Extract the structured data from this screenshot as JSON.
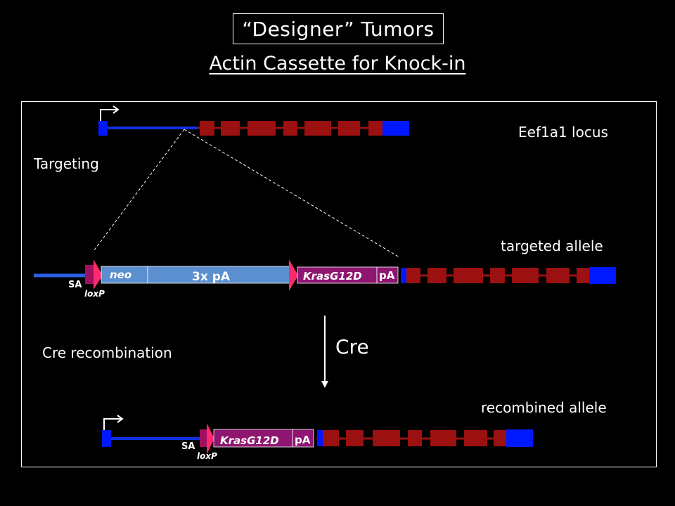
{
  "slide": {
    "title": "“Designer” Tumors",
    "subtitle": "Actin Cassette for Knock-in"
  },
  "labels": {
    "locus": "Eef1a1 locus",
    "targeting": "Targeting",
    "targeted_allele": "targeted allele",
    "cre_recombination": "Cre recombination",
    "cre": "Cre",
    "recombined_allele": "recombined allele"
  },
  "cassette": {
    "sa": "SA",
    "loxp": "loxP",
    "neo": "neo",
    "triple_pa": "3x pA",
    "kras": "KrasG12D",
    "pa": "pA"
  },
  "colors": {
    "background": "#000000",
    "intron_line": "#1030e0",
    "utr_block": "#0018ff",
    "exon": "#9b1010",
    "splice_acceptor": "#a01060",
    "loxp_arrow": "#ff2a6e",
    "neo_box": "#5b8fcf",
    "kras_box": "#8e1670",
    "targeted_line": "#2a60e0"
  },
  "icons": {
    "promoter": "promoter-arrow-icon",
    "loxp": "loxp-triangle-icon",
    "cre_arrow": "down-arrow-icon"
  }
}
